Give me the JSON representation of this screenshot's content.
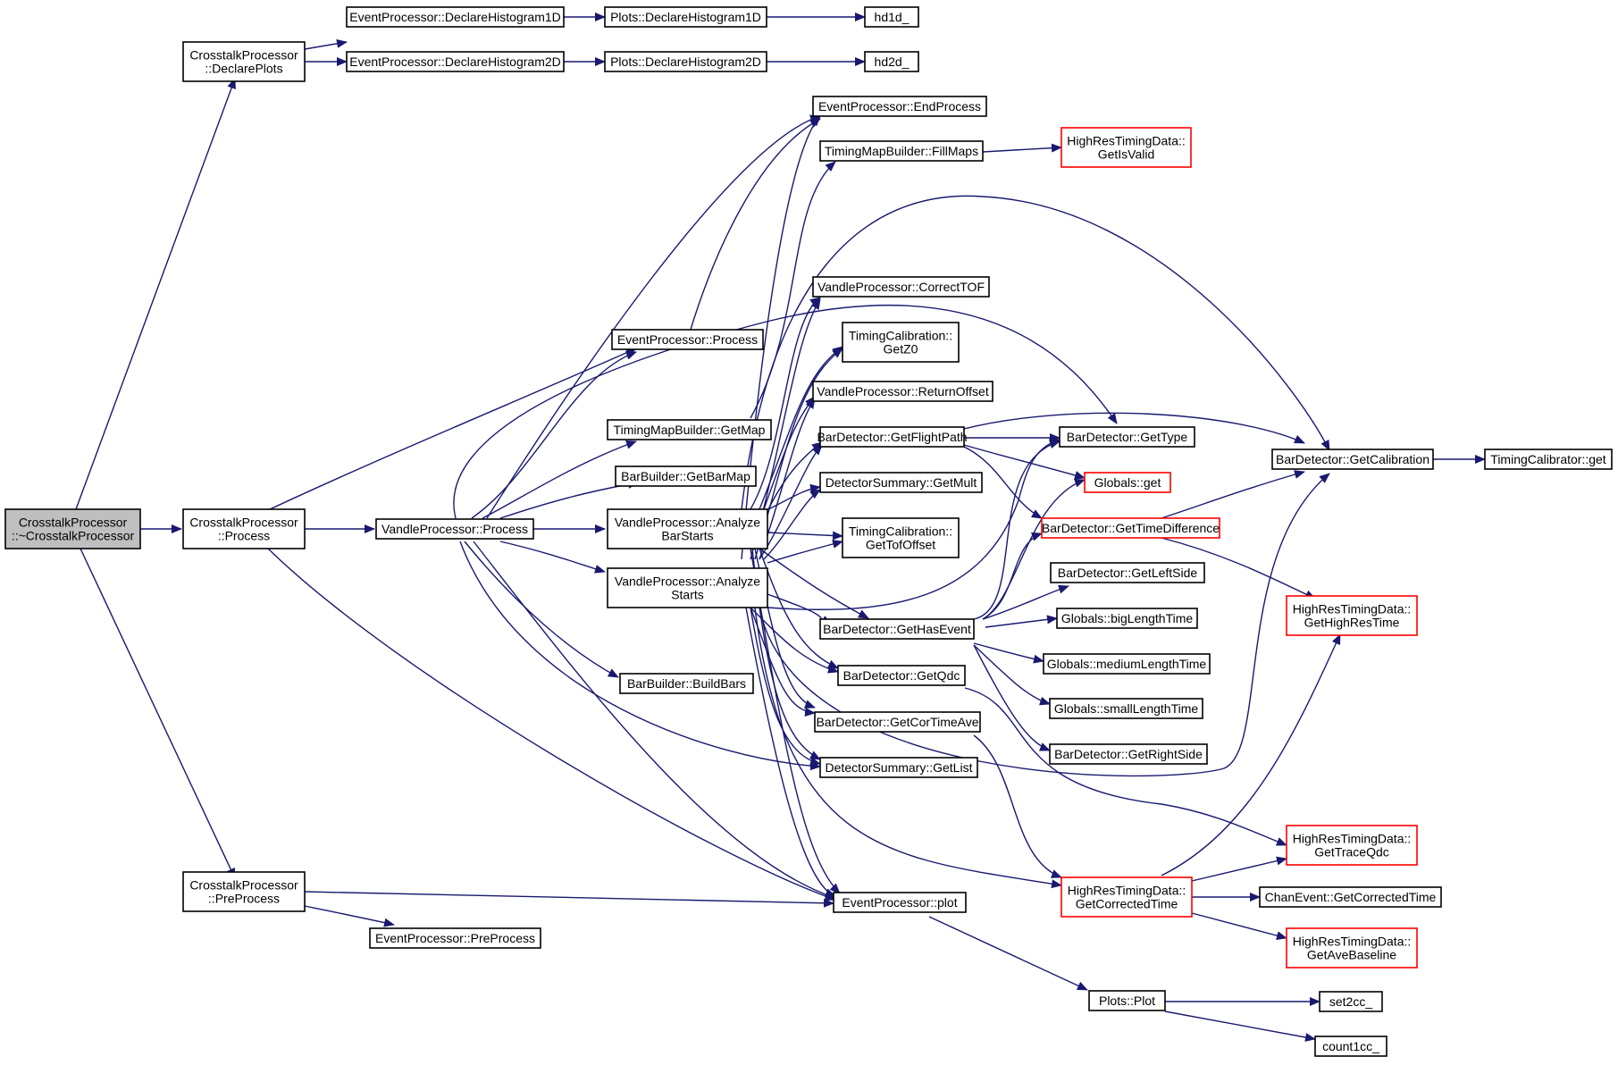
{
  "diagram": {
    "kind": "doxygen call graph",
    "colors": {
      "edge": "#191970",
      "node_border": "#000000",
      "truncated_border": "#ff0000",
      "root_fill": "#bfbfbf",
      "background": "#ffffff"
    },
    "nodes": {
      "root": {
        "lines": [
          "CrosstalkProcessor",
          "::~CrosstalkProcessor"
        ],
        "style": "root"
      },
      "cp_declareplots": {
        "lines": [
          "CrosstalkProcessor",
          "::DeclarePlots"
        ]
      },
      "cp_process": {
        "lines": [
          "CrosstalkProcessor",
          "::Process"
        ]
      },
      "cp_preprocess": {
        "lines": [
          "CrosstalkProcessor",
          "::PreProcess"
        ]
      },
      "ep_declh1": {
        "lines": [
          "EventProcessor::DeclareHistogram1D"
        ]
      },
      "ep_declh2": {
        "lines": [
          "EventProcessor::DeclareHistogram2D"
        ]
      },
      "pl_declh1": {
        "lines": [
          "Plots::DeclareHistogram1D"
        ]
      },
      "pl_declh2": {
        "lines": [
          "Plots::DeclareHistogram2D"
        ]
      },
      "hd1d": {
        "lines": [
          "hd1d_"
        ]
      },
      "hd2d": {
        "lines": [
          "hd2d_"
        ]
      },
      "ep_endprocess": {
        "lines": [
          "EventProcessor::EndProcess"
        ]
      },
      "tmb_fillmaps": {
        "lines": [
          "TimingMapBuilder::FillMaps"
        ]
      },
      "hrtd_getisvalid": {
        "lines": [
          "HighResTimingData::",
          "GetIsValid"
        ],
        "style": "truncated"
      },
      "ep_process": {
        "lines": [
          "EventProcessor::Process"
        ]
      },
      "tmb_getmap": {
        "lines": [
          "TimingMapBuilder::GetMap"
        ]
      },
      "bb_getbarmap": {
        "lines": [
          "BarBuilder::GetBarMap"
        ]
      },
      "vp_process": {
        "lines": [
          "VandleProcessor::Process"
        ]
      },
      "vp_analyzebarstarts": {
        "lines": [
          "VandleProcessor::Analyze",
          "BarStarts"
        ]
      },
      "vp_analyzestarts": {
        "lines": [
          "VandleProcessor::Analyze",
          "Starts"
        ]
      },
      "bb_buildbars": {
        "lines": [
          "BarBuilder::BuildBars"
        ]
      },
      "ep_preprocess": {
        "lines": [
          "EventProcessor::PreProcess"
        ]
      },
      "vp_correcttof": {
        "lines": [
          "VandleProcessor::CorrectTOF"
        ]
      },
      "tc_getz0": {
        "lines": [
          "TimingCalibration::",
          "GetZ0"
        ]
      },
      "vp_returnoffset": {
        "lines": [
          "VandleProcessor::ReturnOffset"
        ]
      },
      "bd_getflightpath": {
        "lines": [
          "BarDetector::GetFlightPath"
        ]
      },
      "ds_getmult": {
        "lines": [
          "DetectorSummary::GetMult"
        ]
      },
      "tc_gettofoffset": {
        "lines": [
          "TimingCalibration::",
          "GetTofOffset"
        ]
      },
      "bd_gethasevent": {
        "lines": [
          "BarDetector::GetHasEvent"
        ]
      },
      "bd_getqdc": {
        "lines": [
          "BarDetector::GetQdc"
        ]
      },
      "bd_getcortimeave": {
        "lines": [
          "BarDetector::GetCorTimeAve"
        ]
      },
      "ds_getlist": {
        "lines": [
          "DetectorSummary::GetList"
        ]
      },
      "ep_plot": {
        "lines": [
          "EventProcessor::plot"
        ]
      },
      "bd_gettype": {
        "lines": [
          "BarDetector::GetType"
        ]
      },
      "gl_get": {
        "lines": [
          "Globals::get"
        ],
        "style": "truncated"
      },
      "bd_gettimediff": {
        "lines": [
          "BarDetector::GetTimeDifference"
        ],
        "style": "truncated"
      },
      "bd_getleftside": {
        "lines": [
          "BarDetector::GetLeftSide"
        ]
      },
      "gl_biglength": {
        "lines": [
          "Globals::bigLengthTime"
        ]
      },
      "gl_mediumlength": {
        "lines": [
          "Globals::mediumLengthTime"
        ]
      },
      "gl_smalllength": {
        "lines": [
          "Globals::smallLengthTime"
        ]
      },
      "bd_getrightside": {
        "lines": [
          "BarDetector::GetRightSide"
        ]
      },
      "hrtd_getcorrectedtime": {
        "lines": [
          "HighResTimingData::",
          "GetCorrectedTime"
        ],
        "style": "truncated"
      },
      "pl_plot": {
        "lines": [
          "Plots::Plot"
        ]
      },
      "bd_getcalibration": {
        "lines": [
          "BarDetector::GetCalibration"
        ]
      },
      "tcal_get": {
        "lines": [
          "TimingCalibrator::get"
        ]
      },
      "hrtd_gethighrestime": {
        "lines": [
          "HighResTimingData::",
          "GetHighResTime"
        ],
        "style": "truncated"
      },
      "hrtd_gettraceqdc": {
        "lines": [
          "HighResTimingData::",
          "GetTraceQdc"
        ],
        "style": "truncated"
      },
      "ce_getcorrectedtime": {
        "lines": [
          "ChanEvent::GetCorrectedTime"
        ]
      },
      "hrtd_getavebaseline": {
        "lines": [
          "HighResTimingData::",
          "GetAveBaseline"
        ],
        "style": "truncated"
      },
      "set2cc": {
        "lines": [
          "set2cc_"
        ]
      },
      "count1cc": {
        "lines": [
          "count1cc_"
        ]
      }
    }
  }
}
